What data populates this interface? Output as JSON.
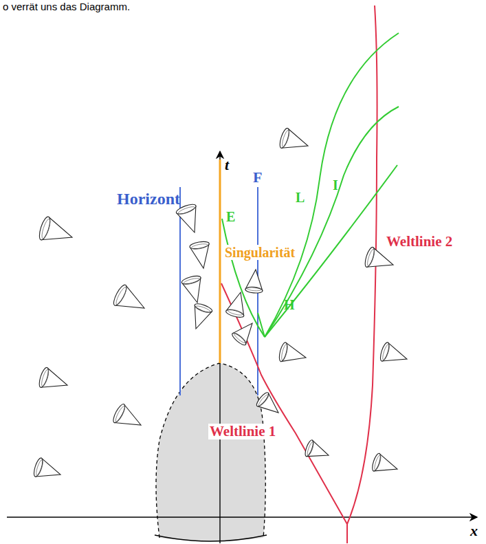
{
  "diagram": {
    "labels": [
      "o verrät uns das Diagramm.",
      "Horizont",
      "t",
      "F",
      "E",
      "L",
      "I",
      "Singularität",
      "H",
      "Weltlinie 2",
      "Weltlinie 1",
      "x"
    ]
  }
}
